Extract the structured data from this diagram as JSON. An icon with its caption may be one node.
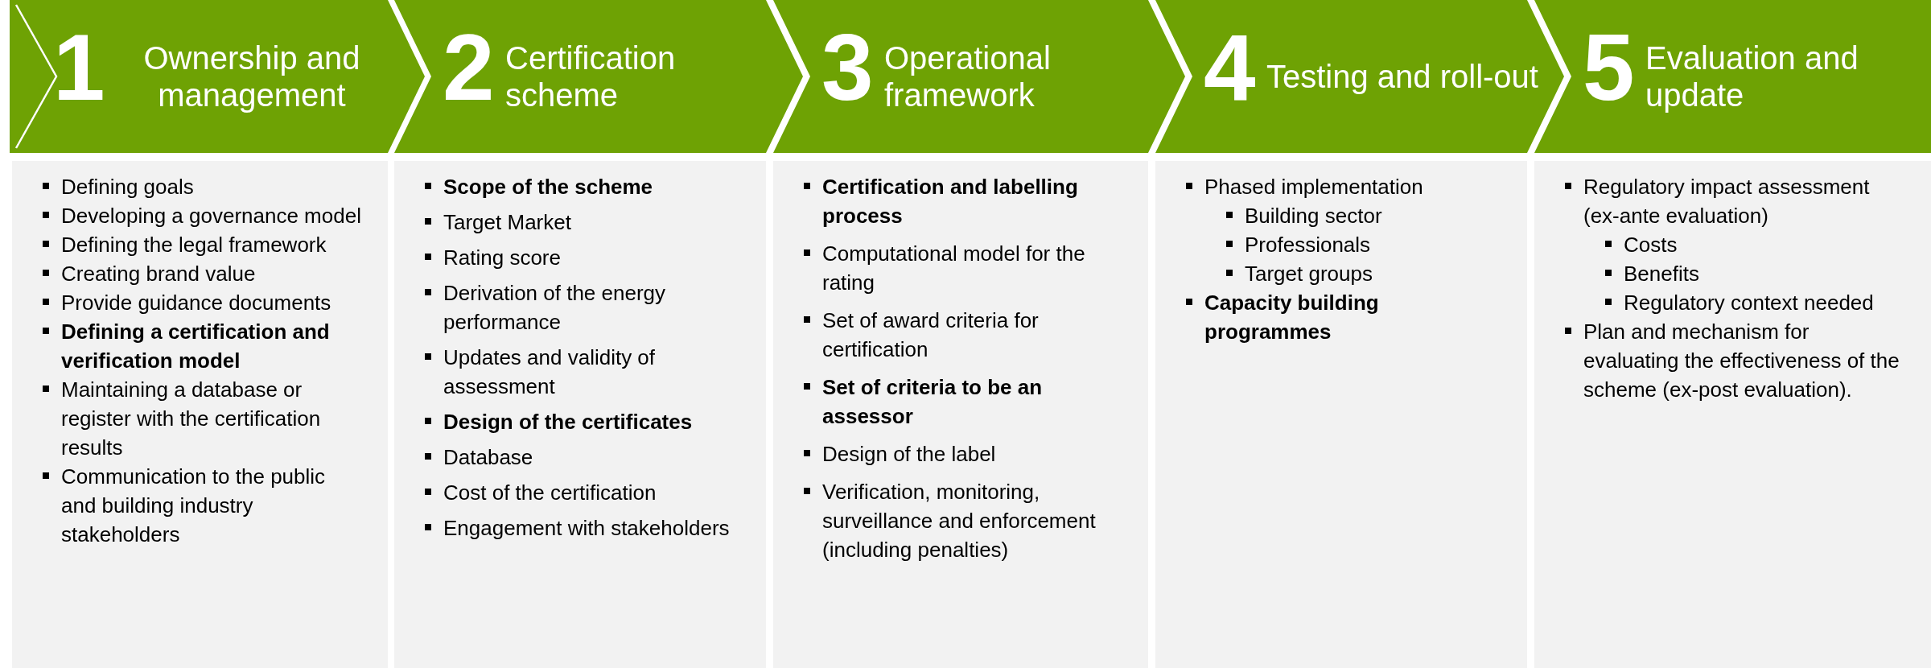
{
  "diagram": {
    "nodes": [
      {
        "text": [
          "1",
          "Ownership and management"
        ]
      },
      {
        "text": [
          "2",
          "Certification scheme"
        ]
      },
      {
        "text": [
          "3",
          "Operational framework"
        ]
      },
      {
        "text": [
          "4",
          "Testing and roll-out"
        ]
      },
      {
        "text": [
          "5",
          "Evaluation and update"
        ]
      },
      {
        "text": [
          "Defining goals",
          "Developing a governance model",
          "Defining the legal framework",
          "Creating brand value",
          "Provide guidance documents",
          "**Defining a certification and verification model**",
          "Maintaining a database or register with the certification results",
          "Communication to the public and building industry stakeholders"
        ]
      },
      {
        "text": [
          "**Scope of the scheme**",
          "Target Market",
          "Rating score",
          "Derivation of the energy performance",
          "Updates and validity of assessment",
          "**Design of the certificates**",
          "Database",
          "Cost of the certification",
          "Engagement with stakeholders"
        ]
      },
      {
        "text": [
          "**Certification and labelling process**",
          "Computational model for the rating",
          "Set of award criteria for certification",
          "**Set of criteria to be an assessor**",
          "Design of the label",
          "Verification, monitoring, surveillance and enforcement (including penalties)"
        ]
      },
      {
        "text": [
          "Phased implementation",
          "Building sector",
          "Professionals",
          "Target groups",
          "**Capacity building programmes**"
        ]
      },
      {
        "text": [
          "Regulatory impact assessment (ex-ante evaluation)",
          "Costs",
          "Benefits",
          "Regulatory context needed",
          "Plan and mechanism for evaluating the effectiveness of the scheme (ex-post evaluation)."
        ]
      }
    ]
  }
}
